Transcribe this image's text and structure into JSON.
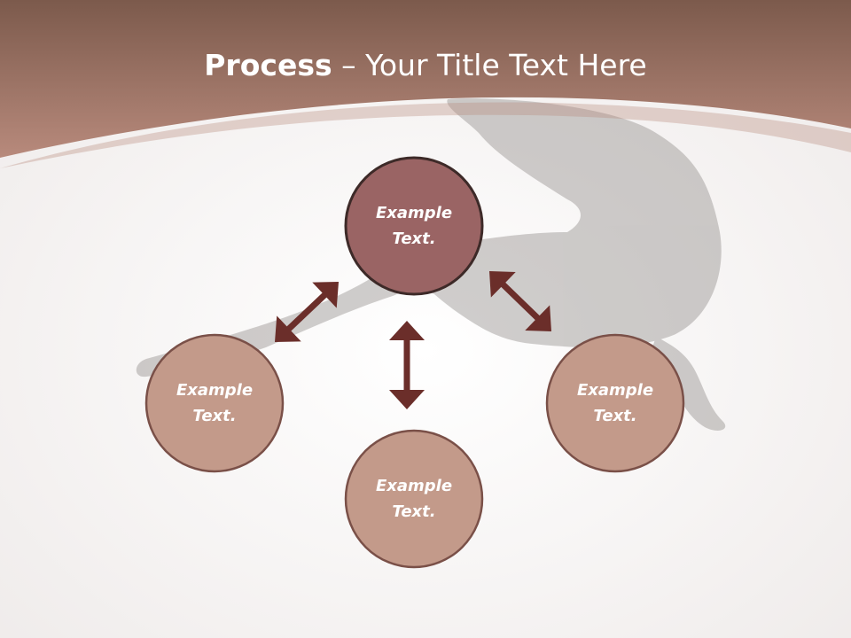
{
  "title": {
    "bold": "Process",
    "rest": " – Your Title Text Here"
  },
  "nodes": [
    {
      "id": "top",
      "label": "Example\nText.",
      "fill": "#9a6464"
    },
    {
      "id": "left",
      "label": "Example\nText.",
      "fill": "#c39a8a"
    },
    {
      "id": "bottom",
      "label": "Example\nText.",
      "fill": "#c39a8a"
    },
    {
      "id": "right",
      "label": "Example\nText.",
      "fill": "#c39a8a"
    }
  ],
  "colors": {
    "header_top": "#7d5a4d",
    "header_bottom": "#b5877a",
    "arrow": "#6b2e2a",
    "circle_stroke": "#7a5048",
    "background": "#f7f5f4"
  }
}
